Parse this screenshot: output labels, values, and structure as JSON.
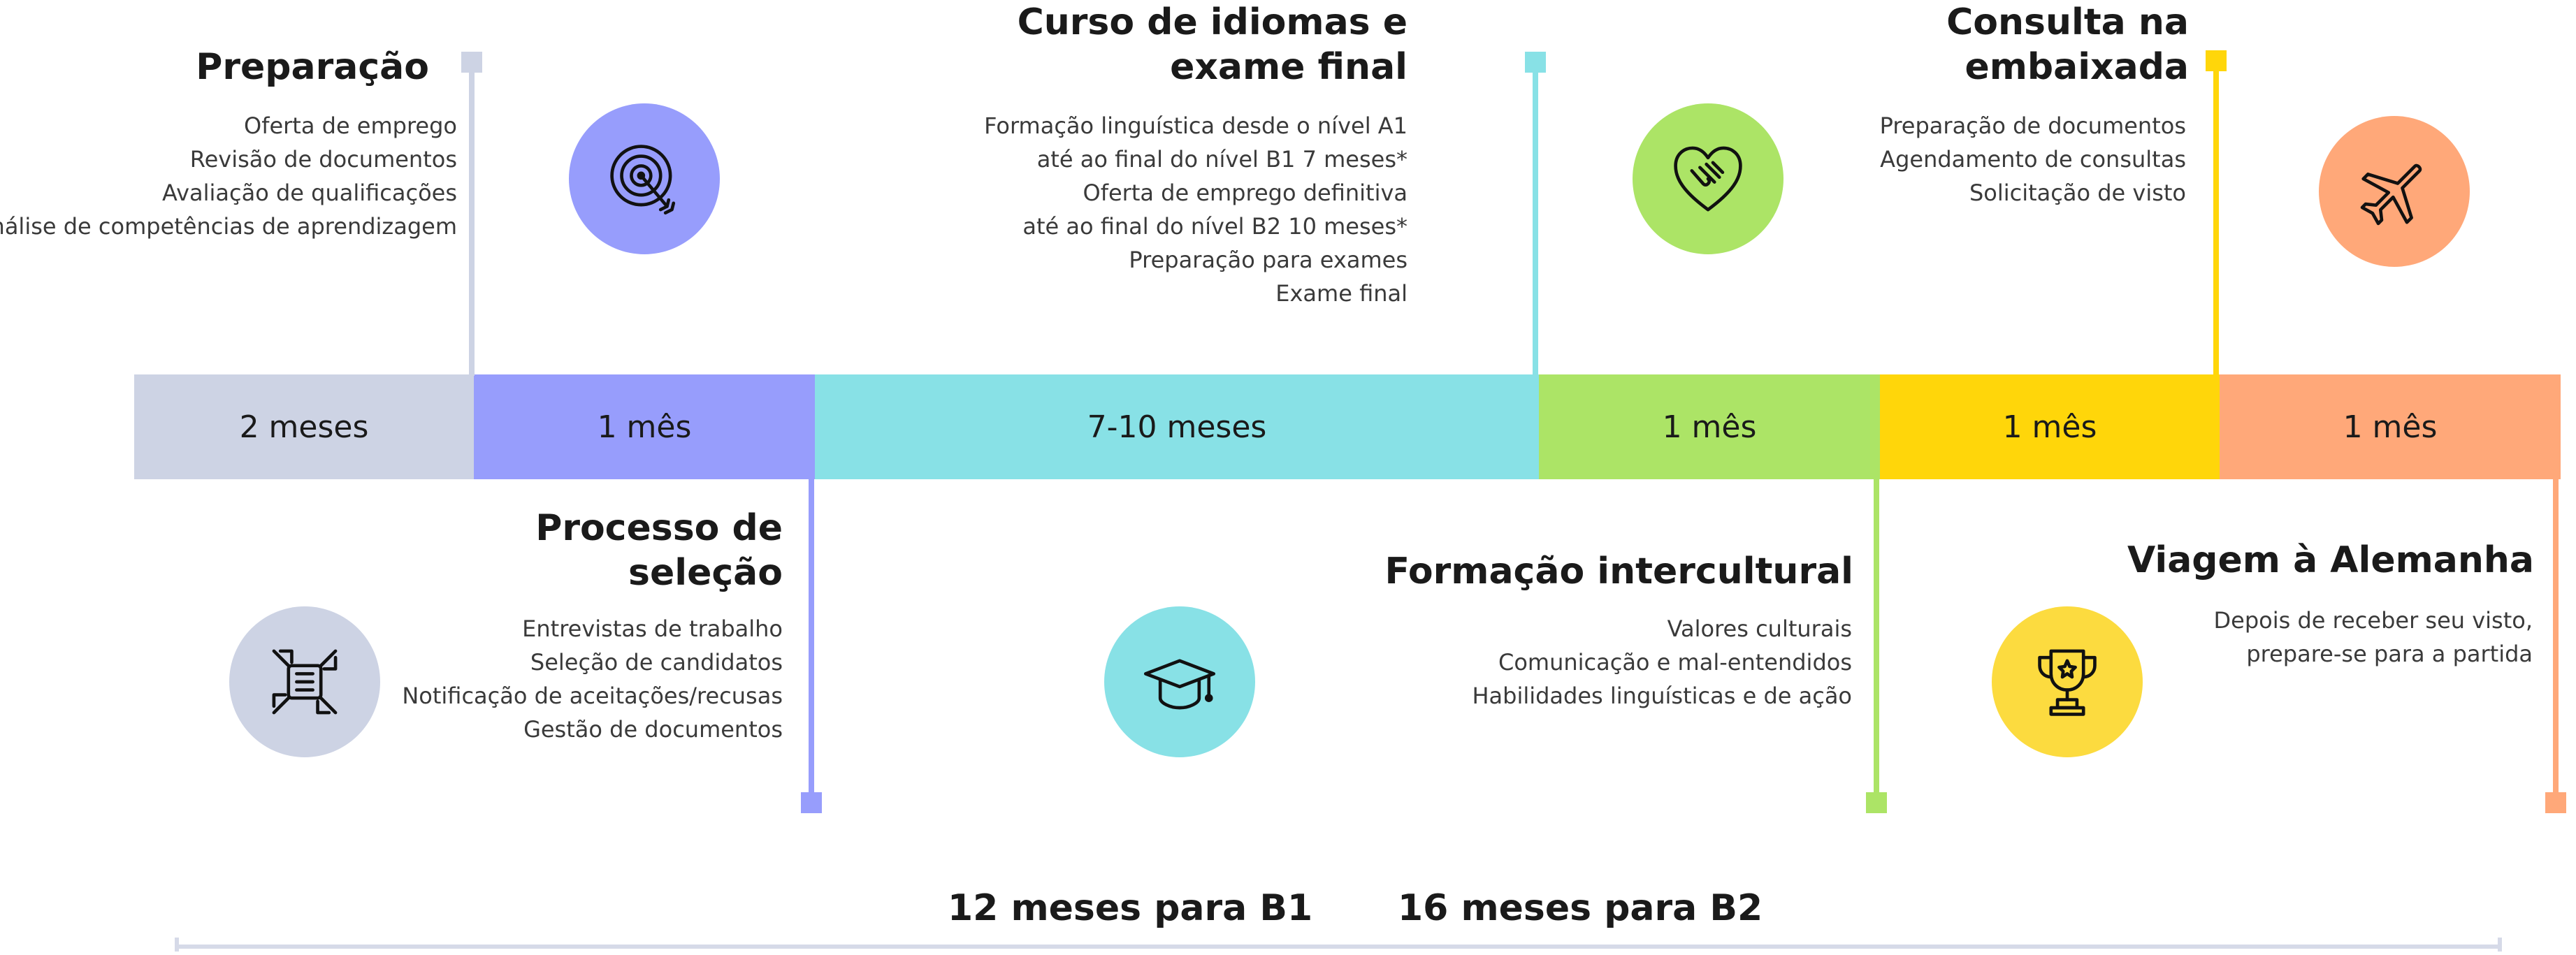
{
  "colors": {
    "gray": "#CDD3E4",
    "violet": "#979DFC",
    "cyan": "#88E1E6",
    "green": "#ACE466",
    "yellow": "#FFD60A",
    "orange": "#FFA879",
    "trophy_yellow": "#FCDB3F",
    "bracket": "#D6DAE8"
  },
  "segments": [
    "2 meses",
    "1 mês",
    "7-10 meses",
    "1 mês",
    "1 mês",
    "1 mês"
  ],
  "stages": {
    "preparacao": {
      "title": "Preparação",
      "items": [
        "Oferta de emprego",
        "Revisão de documentos",
        "Avaliação de qualificações",
        "Análise de competências de aprendizagem"
      ],
      "icon": "target-icon"
    },
    "curso": {
      "title_line1": "Curso de idiomas e",
      "title_line2": "exame final",
      "items": [
        "Formação linguística desde o nível A1",
        "até ao final do nível B1 7 meses*",
        "Oferta de emprego definitiva",
        "até ao final do nível B2 10 meses*",
        "Preparação para exames",
        "Exame final"
      ],
      "icon": "heart-hand-icon"
    },
    "consulta": {
      "title_line1": "Consulta na",
      "title_line2": "embaixada",
      "items": [
        "Preparação de documentos",
        "Agendamento de consultas",
        "Solicitação de visto"
      ],
      "icon": "airplane-icon"
    },
    "processo": {
      "title_line1": "Processo de",
      "title_line2": "seleção",
      "items": [
        "Entrevistas de trabalho",
        "Seleção de candidatos",
        "Notificação de aceitações/recusas",
        "Gestão de documentos"
      ],
      "icon": "hands-together-icon"
    },
    "formacao": {
      "title": "Formação intercultural",
      "items": [
        "Valores culturais",
        "Comunicação e mal-entendidos",
        "Habilidades linguísticas e de ação"
      ],
      "icon": "graduation-cap-icon"
    },
    "viagem": {
      "title": "Viagem à Alemanha",
      "items": [
        "Depois de receber seu visto,",
        "prepare-se para a partida"
      ],
      "icon": "trophy-icon"
    }
  },
  "summary": {
    "b1": "12 meses para B1",
    "b2": "16 meses para B2"
  }
}
